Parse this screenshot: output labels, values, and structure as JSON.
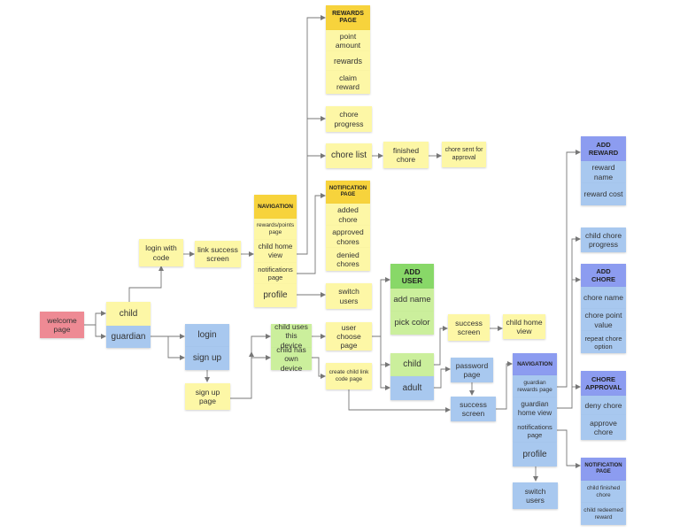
{
  "colors": {
    "yellow": "#fdf7a6",
    "yellow_header": "#f7d33c",
    "blue": "#a8c8ef",
    "blue_header": "#8c9cf0",
    "green": "#cbef9c",
    "green_header": "#88d868",
    "pink": "#ee8a94",
    "connector": "#777777"
  },
  "nodes": {
    "welcome_page": "welcome page",
    "child": "child",
    "guardian": "guardian",
    "login_with_code": "login with code",
    "link_success_screen": "link success screen",
    "login": "login",
    "sign_up": "sign up",
    "sign_up_page": "sign up page",
    "child_uses_this_device": "child uses this device",
    "child_has_own_device": "child has own device",
    "user_choose_page": "user choose page",
    "create_child_link_code_page": "create child link code page",
    "add_user_header": "ADD USER",
    "add_name": "add name",
    "pick_color": "pick color",
    "user_type_child": "child",
    "user_type_adult": "adult",
    "success_screen_child": "success screen",
    "child_home_view_target": "child home view",
    "password_page": "password page",
    "success_screen_adult": "success screen",
    "child_nav_header": "NAVIGATION",
    "child_nav_rewards_points_page": "rewards/points page",
    "child_nav_child_home_view": "child home view",
    "child_nav_notifications_page": "notifications page",
    "child_nav_profile": "profile",
    "switch_users_child": "switch users",
    "rewards_page_header": "REWARDS PAGE",
    "point_amount": "point amount",
    "rewards": "rewards",
    "claim_reward": "claim reward",
    "chore_progress": "chore progress",
    "chore_list": "chore list",
    "finished_chore": "finished chore",
    "chore_sent_for_approval": "chore sent for approval",
    "notification_page_header_child": "NOTIFICATION PAGE",
    "added_chore": "added chore",
    "approved_chores": "approved chores",
    "denied_chores": "denied chores",
    "guardian_nav_header": "NAVIGATION",
    "guardian_rewards_page": "guardian rewards page",
    "guardian_home_view": "guardian home view",
    "guardian_notifications_page": "notifications page",
    "guardian_profile": "profile",
    "switch_users_guardian": "switch users",
    "add_reward_header": "ADD REWARD",
    "reward_name": "reward name",
    "reward_cost": "reward cost",
    "child_chore_progress": "child chore progress",
    "add_chore_header": "ADD CHORE",
    "chore_name": "chore name",
    "chore_point_value": "chore point value",
    "repeat_chore_option": "repeat chore option",
    "chore_approval_header": "CHORE APPROVAL",
    "deny_chore": "deny chore",
    "approve_chore": "approve chore",
    "notification_page_header_guardian": "NOTIFICATION PAGE",
    "child_finished_chore": "child finished chore",
    "child_redeemed_reward": "child redeemed reward"
  }
}
